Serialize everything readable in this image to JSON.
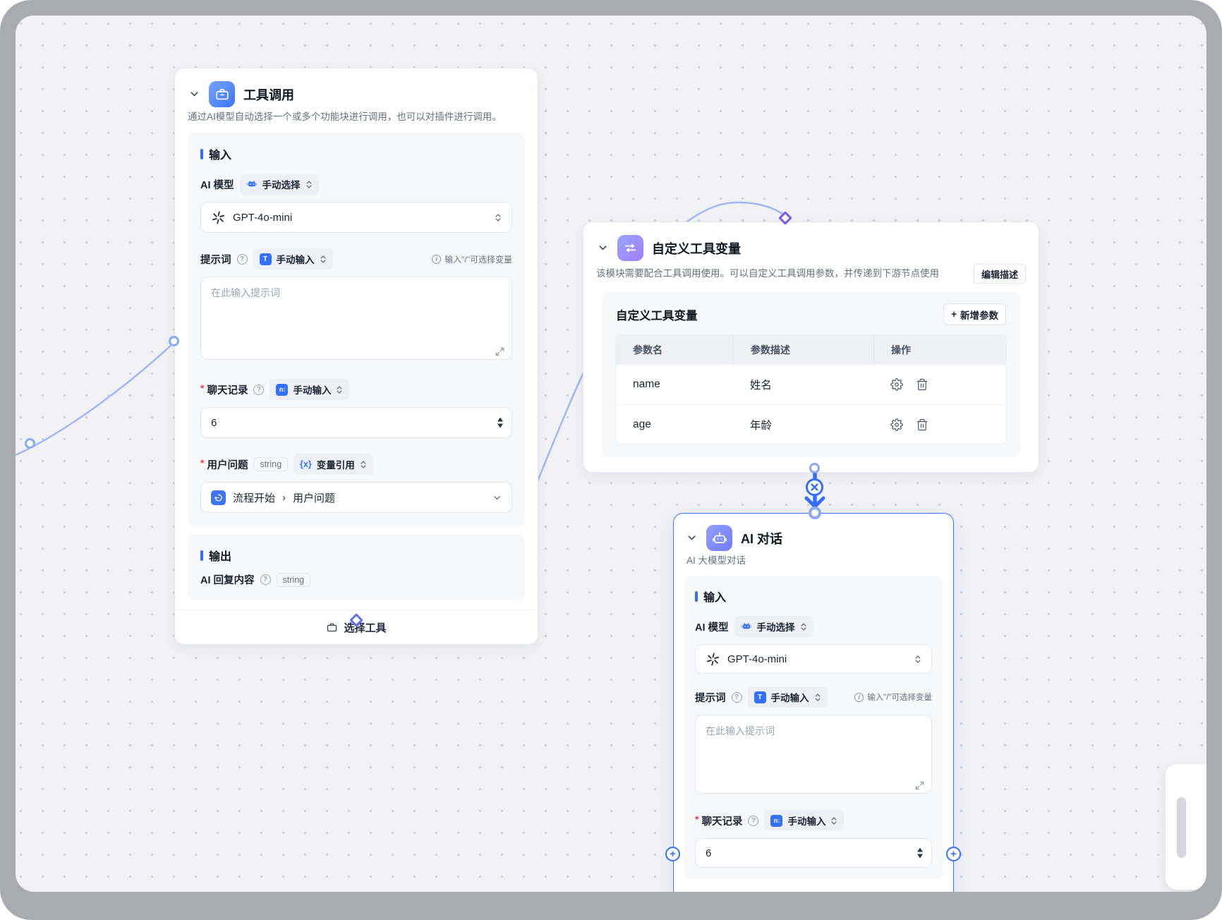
{
  "colors": {
    "accent": "#3370ff",
    "purple": "#a57df9",
    "wire": "#9db7f8",
    "canvas_bg": "#f2f2f5",
    "frame": "#a9abb0"
  },
  "shared": {
    "input_section_label": "输入",
    "output_section_label": "输出",
    "ai_model_label": "AI 模型",
    "manual_select_label": "手动选择",
    "model_value": "GPT-4o-mini",
    "prompt_label": "提示词",
    "manual_input_label": "手动输入",
    "slash_hint": "输入\"/\"可选择变量",
    "prompt_placeholder": "在此输入提示词",
    "chat_history_label": "聊天记录",
    "chat_history_value": "6",
    "string_tag": "string",
    "t_badge": "T",
    "n_badge": "n:",
    "x_badge": "{x}"
  },
  "tool_call_node": {
    "title": "工具调用",
    "description": "通过AI模型自动选择一个或多个功能块进行调用，也可以对插件进行调用。",
    "user_question_label": "用户问题",
    "variable_ref_label": "变量引用",
    "user_question_source": "流程开始",
    "user_question_field": "用户问题",
    "source_separator": "›",
    "ai_reply_label": "AI 回复内容",
    "select_tool_label": "选择工具"
  },
  "custom_tool_var_node": {
    "title": "自定义工具变量",
    "description": "该模块需要配合工具调用使用。可以自定义工具调用参数，并传递到下游节点使用",
    "edit_description_button": "编辑描述",
    "panel_title": "自定义工具变量",
    "add_param_button": "新增参数",
    "add_param_plus": "+",
    "table": {
      "headers": [
        "参数名",
        "参数描述",
        "操作"
      ],
      "rows": [
        {
          "name": "name",
          "description": "姓名"
        },
        {
          "name": "age",
          "description": "年龄"
        }
      ]
    }
  },
  "ai_chat_node": {
    "title": "AI 对话",
    "subtitle": "AI 大模型对话"
  }
}
